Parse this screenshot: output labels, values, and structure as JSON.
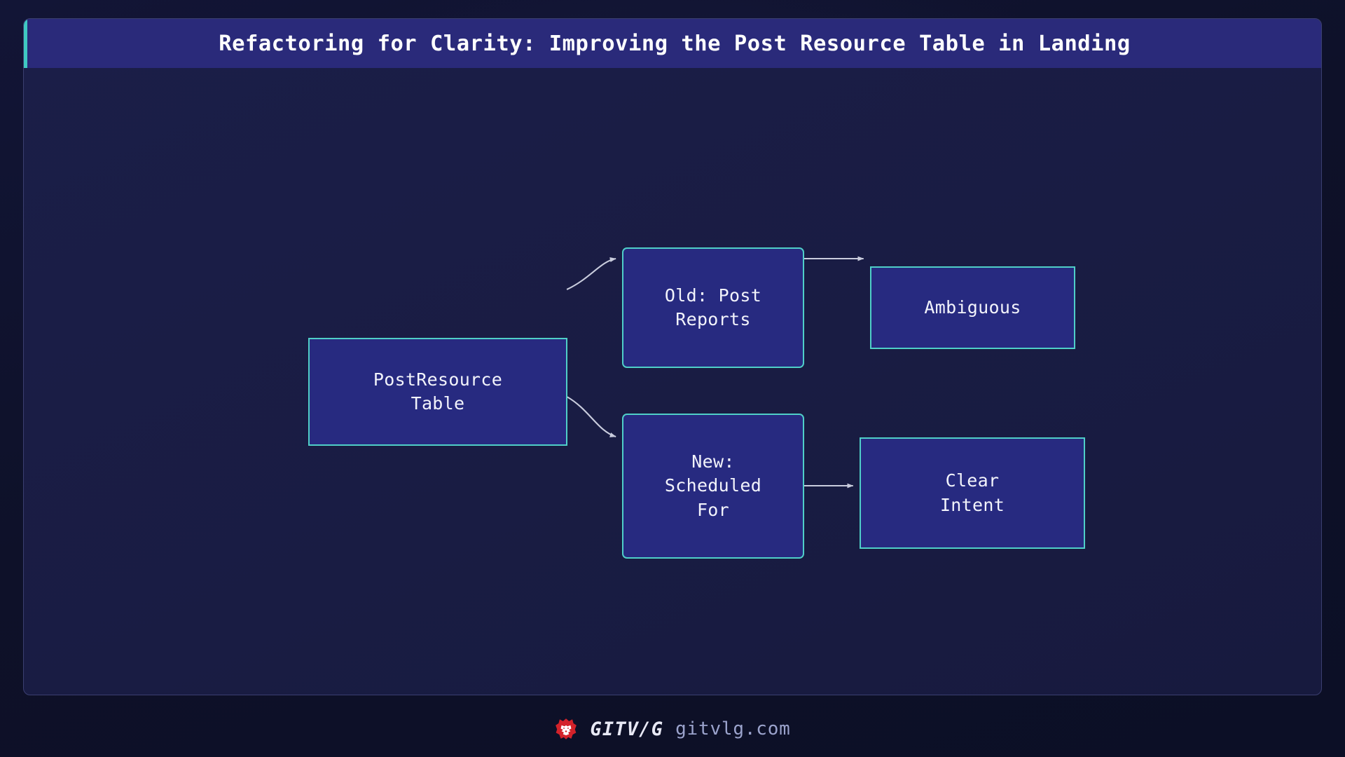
{
  "slide": {
    "title": "Refactoring for Clarity: Improving the Post Resource Table in Landing",
    "accent_color": "#3fc9c2",
    "title_bar_color": "#2a2a7a",
    "canvas_color": "#1b1e48",
    "background_color": "#10122b"
  },
  "diagram": {
    "type": "flowchart",
    "node_border_color": "#4fcfc8",
    "node_fill_color": "#272a80",
    "edge_color": "#c9ccdd",
    "nodes": [
      {
        "id": "source",
        "label": "PostResource\nTable",
        "shape": "square"
      },
      {
        "id": "old",
        "label": "Old: Post\nReports",
        "shape": "rounded"
      },
      {
        "id": "new",
        "label": "New:\nScheduled\nFor",
        "shape": "rounded"
      },
      {
        "id": "ambiguous",
        "label": "Ambiguous",
        "shape": "square"
      },
      {
        "id": "clear",
        "label": "Clear\nIntent",
        "shape": "square"
      }
    ],
    "edges": [
      {
        "from": "source",
        "to": "old",
        "style": "curved",
        "arrow": true
      },
      {
        "from": "source",
        "to": "new",
        "style": "curved",
        "arrow": true
      },
      {
        "from": "old",
        "to": "ambiguous",
        "style": "straight",
        "arrow": true
      },
      {
        "from": "new",
        "to": "clear",
        "style": "straight",
        "arrow": true
      }
    ]
  },
  "footer": {
    "logo_icon": "lion-head-icon",
    "logo_color": "#d3222a",
    "brand_name": "GITV/G",
    "url": "gitvlg.com"
  }
}
